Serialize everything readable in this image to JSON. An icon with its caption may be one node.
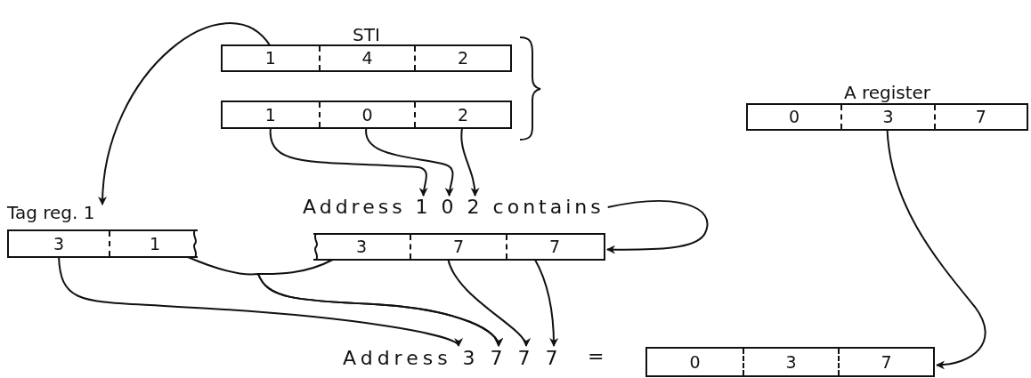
{
  "diagram": {
    "nodes": [
      {
        "text": [
          "STI"
        ]
      },
      {
        "text": [
          "1"
        ],
        "in": 0
      },
      {
        "text": [
          "4"
        ],
        "in": 0
      },
      {
        "text": [
          "2"
        ],
        "in": 0
      },
      {
        "text": [],
        "shape": "box"
      },
      {
        "text": [
          "1"
        ],
        "in": 4
      },
      {
        "text": [
          "0"
        ],
        "in": 4
      },
      {
        "text": [
          "2"
        ],
        "in": 4
      },
      {
        "text": [
          "A register"
        ]
      },
      {
        "text": [
          "0"
        ],
        "in": 8
      },
      {
        "text": [
          "3"
        ],
        "in": 8
      },
      {
        "text": [
          "7"
        ],
        "in": 8
      },
      {
        "text": [
          "Tag reg. 1"
        ]
      },
      {
        "text": [
          "3"
        ],
        "in": 12
      },
      {
        "text": [
          "1"
        ],
        "in": 12
      },
      {
        "text": [
          "Address 1 0 2 contains"
        ]
      },
      {
        "text": [],
        "shape": "box"
      },
      {
        "text": [
          "3"
        ],
        "in": 16
      },
      {
        "text": [
          "7"
        ],
        "in": 16
      },
      {
        "text": [
          "7"
        ],
        "in": 16
      },
      {
        "text": [
          "Address 3 7 7 7"
        ]
      },
      {
        "text": [],
        "shape": "box"
      },
      {
        "text": [
          "0"
        ],
        "in": 21
      },
      {
        "text": [
          "3"
        ],
        "in": 21
      },
      {
        "text": [
          "7"
        ],
        "in": 21
      }
    ],
    "edges": [
      {
        "from": 1,
        "to": 12,
        "arrow": "to"
      },
      {
        "from": 5,
        "to": 15,
        "arrow": "to"
      },
      {
        "from": 6,
        "to": 15,
        "arrow": "to"
      },
      {
        "from": 7,
        "to": 15,
        "arrow": "to"
      },
      {
        "from": 15,
        "to": 16,
        "arrow": "to"
      },
      {
        "from": 13,
        "to": 20,
        "arrow": "to"
      },
      {
        "from": 14,
        "to": 20,
        "arrow": "to"
      },
      {
        "from": 17,
        "to": 20,
        "arrow": "to"
      },
      {
        "from": 18,
        "to": 20,
        "arrow": "to"
      },
      {
        "from": 19,
        "to": 20,
        "arrow": "to"
      },
      {
        "from": 10,
        "to": 21,
        "arrow": "to"
      }
    ],
    "labels": [
      "="
    ]
  }
}
